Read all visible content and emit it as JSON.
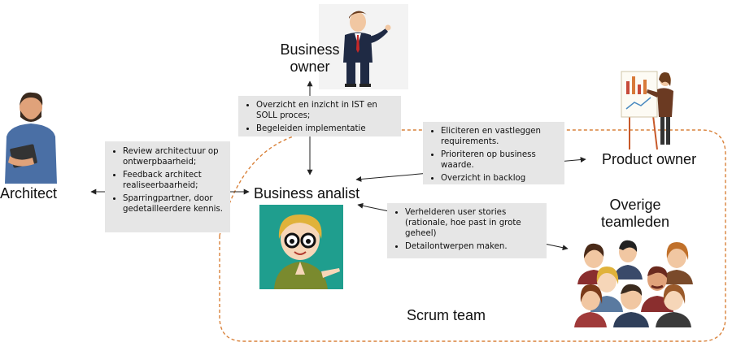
{
  "roles": {
    "business_owner": "Business owner",
    "architect": "Architect",
    "business_analist": "Business analist",
    "product_owner": "Product owner",
    "overige_teamleden": "Overige teamleden",
    "scrum_team": "Scrum team"
  },
  "boxes": {
    "architect": [
      "Review  architectuur op ontwerpbaarheid;",
      "Feedback architect realiseerbaarheid;",
      "Sparringpartner, door gedetailleerdere kennis."
    ],
    "business_owner": [
      "Overzicht en inzicht in IST en SOLL proces;",
      "Begeleiden implementatie"
    ],
    "product_owner": [
      "Eliciteren en vastleggen requirements.",
      "Prioriteren op business waarde.",
      "Overzicht in backlog"
    ],
    "teamleden": [
      "Verhelderen user stories (rationale, hoe past in grote geheel)",
      "Detailontwerpen maken."
    ]
  },
  "colors": {
    "scrum_border": "#d9823b",
    "box_bg": "#e6e6e6",
    "analist_bg": "#1f9e8e"
  },
  "icons": [
    "business-owner-icon",
    "architect-icon",
    "business-analist-icon",
    "product-owner-icon",
    "team-members-icon"
  ]
}
